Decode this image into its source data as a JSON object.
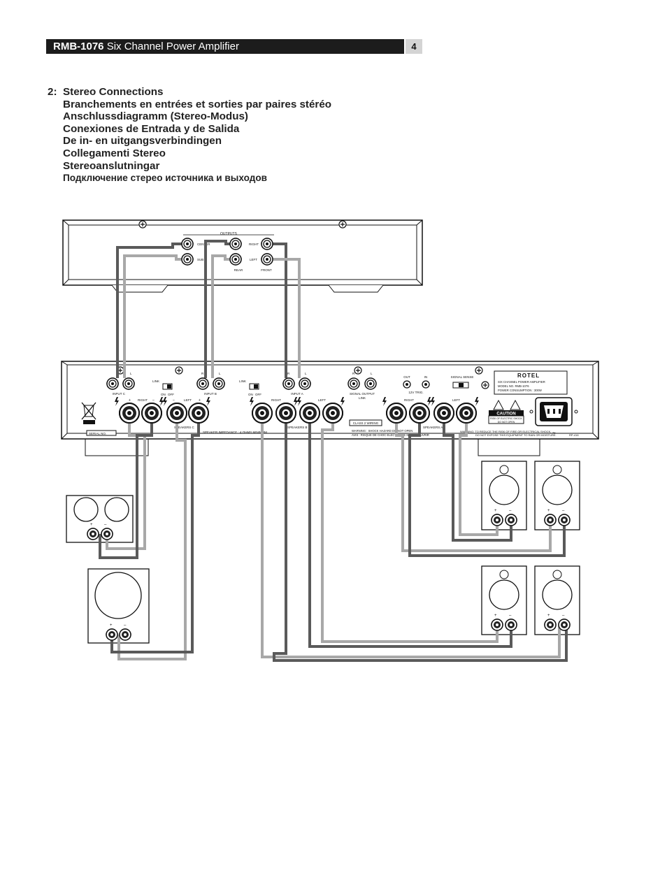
{
  "header": {
    "model": "RMB-1076",
    "title": "Six Channel Power Amplifier",
    "page_number": "4"
  },
  "section": {
    "number": "2:",
    "headings": [
      "Stereo Connections",
      "Branchements en entrées et sorties par paires stéréo",
      "Anschlussdiagramm (Stereo-Modus)",
      "Conexiones de Entrada y de Salida",
      "De in- en uitgangsverbindingen",
      "Collegamenti Stereo",
      "Stereoanslutningar",
      "Подключение стерео источника и выходов"
    ]
  },
  "processor": {
    "outputs": "OUTPUTS",
    "center": "CENTER",
    "sub": "SUB",
    "right": "RIGHT",
    "left": "LEFT",
    "rear": "REAR",
    "front": "FRONT"
  },
  "amplifier": {
    "input_c": "INPUT C",
    "input_b": "INPUT B",
    "input_a": "INPUT A",
    "link": "LINK",
    "on": "ON",
    "off": "OFF",
    "r": "R",
    "l": "L",
    "signal_output": "SIGNAL OUTPUT",
    "signal_output_link": "LINK",
    "trig_out": "OUT",
    "trig_in": "IN",
    "trig_label": "12V TRIG.",
    "signal_sense": "SIGNAL SENSE",
    "plus": "+",
    "minus": "–",
    "right": "RIGHT",
    "left": "LEFT",
    "speakers_c": "SPEAKERS C",
    "speakers_b": "SPEAKERS B",
    "speakers_a": "SPEAKERS A",
    "impedance": "SPEAKER IMPEDANCE : 4 OHMS MINIMUM",
    "class2": "CLASS 2 WIRING",
    "warning_1": "WARNING : SHOCK HAZARD DO NOT OPEN",
    "warning_2": "AVIS : RISQUE DE CHOC ELECTRIQUE NE PAS OUVRIR",
    "warning_3": "WARNING: TO REDUCE THE RISK OF FIRE OR ELECTRICAL SHOCK,",
    "warning_4": "DO NOT EXPOSE THIS EQUIPMENT TO RAIN OR MOISTURE.",
    "serial": "SERIAL NO.",
    "brand": "ROTEL",
    "spec_1": "SIX CHANNEL POWER AMPLIFIER",
    "spec_2": "MODEL NO. RMB-1076",
    "spec_3": "POWER CONSUMPTION : 300W",
    "caution": "CAUTION",
    "caution_1": "RISK OF ELECTRIC SHOCK",
    "caution_2": "DO NOT OPEN",
    "model_code": "RP-416",
    "ac": "~"
  },
  "speakers": {
    "plus": "+",
    "minus": "–"
  },
  "colors": {
    "dark_cable": "#5a5a5a",
    "light_cable": "#a8a8a8",
    "header_bg": "#1c1c1c",
    "page_box": "#d4d4d4"
  }
}
